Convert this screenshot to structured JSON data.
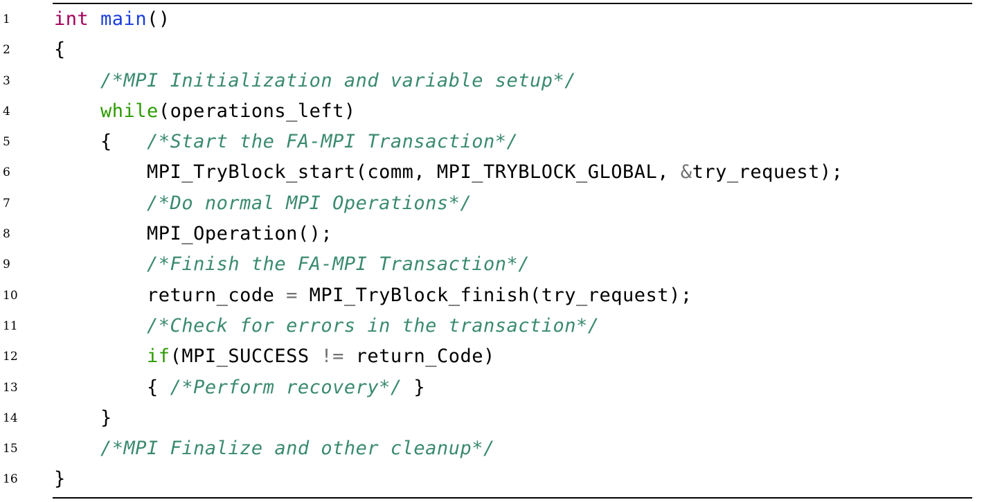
{
  "listing": {
    "lines": [
      {
        "num": "1",
        "indent": "",
        "tokens": [
          {
            "t": "type",
            "v": "int"
          },
          {
            "t": "plain",
            "v": " "
          },
          {
            "t": "func",
            "v": "main"
          },
          {
            "t": "plain",
            "v": "()"
          }
        ]
      },
      {
        "num": "2",
        "indent": "",
        "tokens": [
          {
            "t": "plain",
            "v": "{"
          }
        ]
      },
      {
        "num": "3",
        "indent": "    ",
        "tokens": [
          {
            "t": "comment",
            "v": "/*MPI Initialization and variable setup*/"
          }
        ]
      },
      {
        "num": "4",
        "indent": "    ",
        "tokens": [
          {
            "t": "kw",
            "v": "while"
          },
          {
            "t": "plain",
            "v": "(operations_left)"
          }
        ]
      },
      {
        "num": "5",
        "indent": "    ",
        "tokens": [
          {
            "t": "plain",
            "v": "{   "
          },
          {
            "t": "comment",
            "v": "/*Start the FA-MPI Transaction*/"
          }
        ]
      },
      {
        "num": "6",
        "indent": "        ",
        "tokens": [
          {
            "t": "plain",
            "v": "MPI_TryBlock_start(comm, MPI_TRYBLOCK_GLOBAL, "
          },
          {
            "t": "op",
            "v": "&"
          },
          {
            "t": "plain",
            "v": "try_request);"
          }
        ]
      },
      {
        "num": "7",
        "indent": "        ",
        "tokens": [
          {
            "t": "comment",
            "v": "/*Do normal MPI Operations*/"
          }
        ]
      },
      {
        "num": "8",
        "indent": "        ",
        "tokens": [
          {
            "t": "plain",
            "v": "MPI_Operation();"
          }
        ]
      },
      {
        "num": "9",
        "indent": "        ",
        "tokens": [
          {
            "t": "comment",
            "v": "/*Finish the FA-MPI Transaction*/"
          }
        ]
      },
      {
        "num": "10",
        "indent": "        ",
        "tokens": [
          {
            "t": "plain",
            "v": "return_code "
          },
          {
            "t": "op",
            "v": "="
          },
          {
            "t": "plain",
            "v": " MPI_TryBlock_finish(try_request);"
          }
        ]
      },
      {
        "num": "11",
        "indent": "        ",
        "tokens": [
          {
            "t": "comment",
            "v": "/*Check for errors in the transaction*/"
          }
        ]
      },
      {
        "num": "12",
        "indent": "        ",
        "tokens": [
          {
            "t": "kw",
            "v": "if"
          },
          {
            "t": "plain",
            "v": "(MPI_SUCCESS "
          },
          {
            "t": "op",
            "v": "!="
          },
          {
            "t": "plain",
            "v": " return_Code)"
          }
        ]
      },
      {
        "num": "13",
        "indent": "        ",
        "tokens": [
          {
            "t": "plain",
            "v": "{ "
          },
          {
            "t": "comment",
            "v": "/*Perform recovery*/"
          },
          {
            "t": "plain",
            "v": " }"
          }
        ]
      },
      {
        "num": "14",
        "indent": "    ",
        "tokens": [
          {
            "t": "plain",
            "v": "}"
          }
        ]
      },
      {
        "num": "15",
        "indent": "    ",
        "tokens": [
          {
            "t": "comment",
            "v": "/*MPI Finalize and other cleanup*/"
          }
        ]
      },
      {
        "num": "16",
        "indent": "",
        "tokens": [
          {
            "t": "plain",
            "v": "}"
          }
        ]
      }
    ]
  }
}
